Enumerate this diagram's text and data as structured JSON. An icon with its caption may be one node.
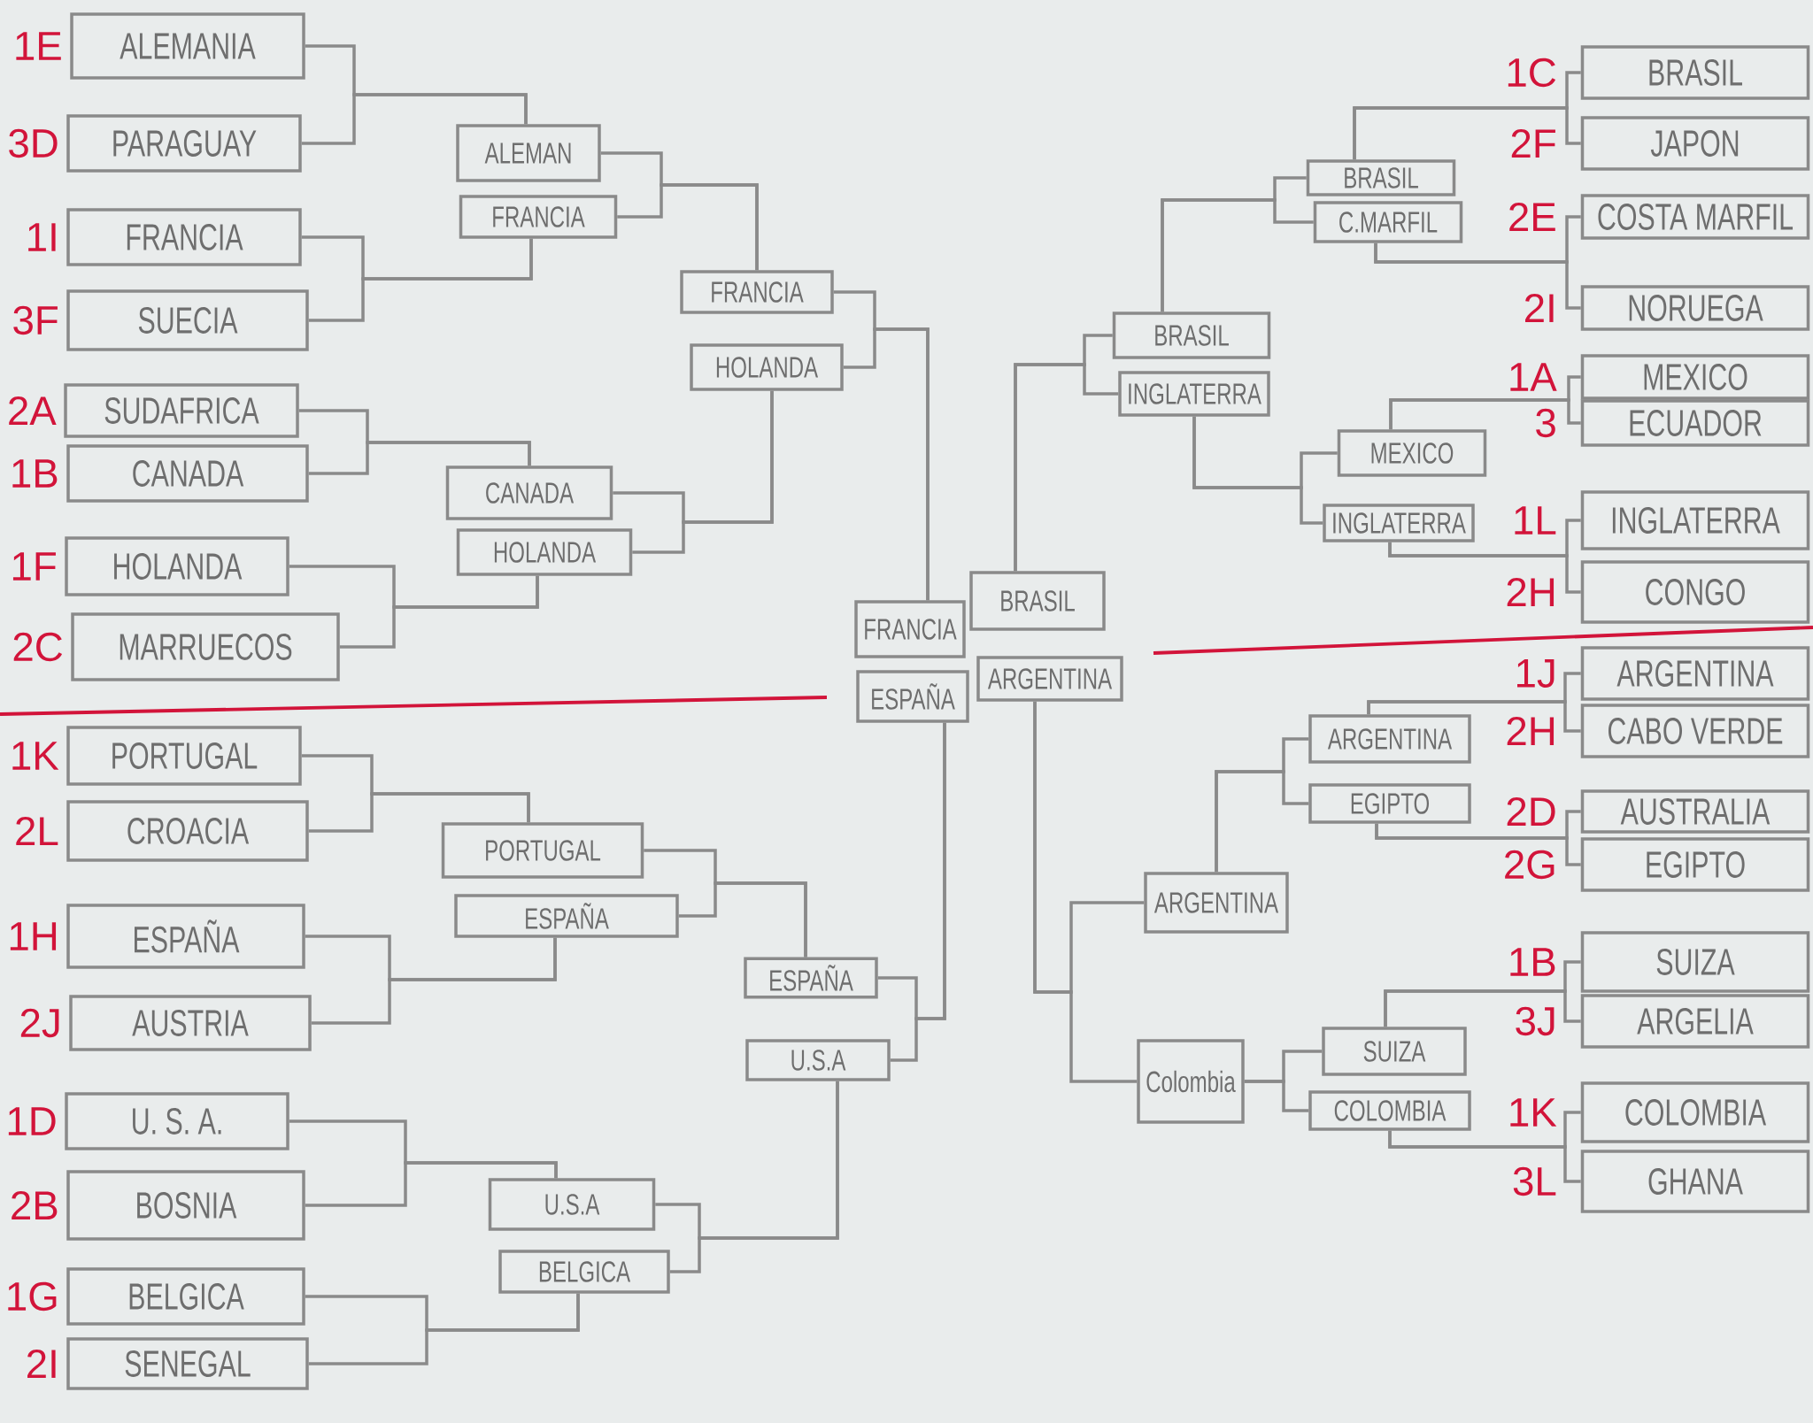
{
  "diagram": {
    "nodes": [
      {
        "text": [
          "ALEMANIA"
        ],
        "beside": [
          "1E"
        ]
      },
      {
        "text": [
          "PARAGUAY"
        ],
        "beside": [
          "3D"
        ]
      },
      {
        "text": [
          "FRANCIA"
        ],
        "beside": [
          "1I"
        ]
      },
      {
        "text": [
          "SUECIA"
        ],
        "beside": [
          "3F"
        ]
      },
      {
        "text": [
          "SUDAFRICA"
        ],
        "beside": [
          "2A"
        ]
      },
      {
        "text": [
          "CANADA"
        ],
        "beside": [
          "1B"
        ]
      },
      {
        "text": [
          "HOLANDA"
        ],
        "beside": [
          "1F"
        ]
      },
      {
        "text": [
          "MARRUECOS"
        ],
        "beside": [
          "2C"
        ]
      },
      {
        "text": [
          "PORTUGAL"
        ],
        "beside": [
          "1K"
        ]
      },
      {
        "text": [
          "CROACIA"
        ],
        "beside": [
          "2L"
        ]
      },
      {
        "text": [
          "ESPAÑA"
        ],
        "beside": [
          "1H"
        ]
      },
      {
        "text": [
          "AUSTRIA"
        ],
        "beside": [
          "2J"
        ]
      },
      {
        "text": [
          "U. S. A."
        ],
        "beside": [
          "1D"
        ]
      },
      {
        "text": [
          "BOSNIA"
        ],
        "beside": [
          "2B"
        ]
      },
      {
        "text": [
          "BELGICA"
        ],
        "beside": [
          "1G"
        ]
      },
      {
        "text": [
          "SENEGAL"
        ],
        "beside": [
          "2I"
        ]
      },
      {
        "text": [
          "ALEMAN"
        ]
      },
      {
        "text": [
          "FRANCIA"
        ]
      },
      {
        "text": [
          "CANADA"
        ]
      },
      {
        "text": [
          "HOLANDA"
        ]
      },
      {
        "text": [
          "PORTUGAL"
        ]
      },
      {
        "text": [
          "ESPAÑA"
        ]
      },
      {
        "text": [
          "U.S.A"
        ]
      },
      {
        "text": [
          "BELGICA"
        ]
      },
      {
        "text": [
          "FRANCIA"
        ]
      },
      {
        "text": [
          "HOLANDA"
        ]
      },
      {
        "text": [
          "ESPAÑA"
        ]
      },
      {
        "text": [
          "U.S.A"
        ]
      },
      {
        "text": [
          "FRANCIA"
        ]
      },
      {
        "text": [
          "ESPAÑA"
        ]
      },
      {
        "text": [
          "BRASIL"
        ]
      },
      {
        "text": [
          "ARGENTINA"
        ]
      },
      {
        "text": [
          "BRASIL"
        ]
      },
      {
        "text": [
          "INGLATERRA"
        ]
      },
      {
        "text": [
          "ARGENTINA"
        ]
      },
      {
        "text": [
          "Colombia"
        ]
      },
      {
        "text": [
          "BRASIL"
        ]
      },
      {
        "text": [
          "C.MARFIL"
        ]
      },
      {
        "text": [
          "MEXICO"
        ]
      },
      {
        "text": [
          "INGLATERRA"
        ]
      },
      {
        "text": [
          "ARGENTINA"
        ]
      },
      {
        "text": [
          "EGIPTO"
        ]
      },
      {
        "text": [
          "SUIZA"
        ]
      },
      {
        "text": [
          "COLOMBIA"
        ]
      },
      {
        "text": [
          "BRASIL"
        ],
        "beside": [
          "1C"
        ]
      },
      {
        "text": [
          "JAPON"
        ],
        "beside": [
          "2F"
        ]
      },
      {
        "text": [
          "COSTA MARFIL"
        ],
        "beside": [
          "2E"
        ]
      },
      {
        "text": [
          "NORUEGA"
        ],
        "beside": [
          "2I"
        ]
      },
      {
        "text": [
          "MEXICO"
        ],
        "beside": [
          "1A"
        ]
      },
      {
        "text": [
          "ECUADOR"
        ],
        "beside": [
          "3"
        ]
      },
      {
        "text": [
          "INGLATERRA"
        ],
        "beside": [
          "1L"
        ]
      },
      {
        "text": [
          "CONGO"
        ],
        "beside": [
          "2H"
        ]
      },
      {
        "text": [
          "ARGENTINA"
        ],
        "beside": [
          "1J"
        ]
      },
      {
        "text": [
          "CABO VERDE"
        ],
        "beside": [
          "2H"
        ]
      },
      {
        "text": [
          "AUSTRALIA"
        ],
        "beside": [
          "2D"
        ]
      },
      {
        "text": [
          "EGIPTO"
        ],
        "beside": [
          "2G"
        ]
      },
      {
        "text": [
          "SUIZA"
        ],
        "beside": [
          "1B"
        ]
      },
      {
        "text": [
          "ARGELIA"
        ],
        "beside": [
          "3J"
        ]
      },
      {
        "text": [
          "COLOMBIA"
        ],
        "beside": [
          "1K"
        ]
      },
      {
        "text": [
          "GHANA"
        ],
        "beside": [
          "3L"
        ]
      }
    ],
    "edges": [
      {
        "from": 0,
        "to": 16,
        "arrow": "none"
      },
      {
        "from": 1,
        "to": 16,
        "arrow": "none"
      },
      {
        "from": 2,
        "to": 17,
        "arrow": "none"
      },
      {
        "from": 3,
        "to": 17,
        "arrow": "none"
      },
      {
        "from": 4,
        "to": 18,
        "arrow": "none"
      },
      {
        "from": 5,
        "to": 18,
        "arrow": "none"
      },
      {
        "from": 6,
        "to": 19,
        "arrow": "none"
      },
      {
        "from": 7,
        "to": 19,
        "arrow": "none"
      },
      {
        "from": 8,
        "to": 20,
        "arrow": "none"
      },
      {
        "from": 9,
        "to": 20,
        "arrow": "none"
      },
      {
        "from": 10,
        "to": 21,
        "arrow": "none"
      },
      {
        "from": 11,
        "to": 21,
        "arrow": "none"
      },
      {
        "from": 12,
        "to": 22,
        "arrow": "none"
      },
      {
        "from": 13,
        "to": 22,
        "arrow": "none"
      },
      {
        "from": 14,
        "to": 23,
        "arrow": "none"
      },
      {
        "from": 15,
        "to": 23,
        "arrow": "none"
      },
      {
        "from": 16,
        "to": 24,
        "arrow": "none"
      },
      {
        "from": 17,
        "to": 24,
        "arrow": "none"
      },
      {
        "from": 18,
        "to": 25,
        "arrow": "none"
      },
      {
        "from": 19,
        "to": 25,
        "arrow": "none"
      },
      {
        "from": 20,
        "to": 26,
        "arrow": "none"
      },
      {
        "from": 21,
        "to": 26,
        "arrow": "none"
      },
      {
        "from": 22,
        "to": 27,
        "arrow": "none"
      },
      {
        "from": 23,
        "to": 27,
        "arrow": "none"
      },
      {
        "from": 24,
        "to": 28,
        "arrow": "none"
      },
      {
        "from": 25,
        "to": 28,
        "arrow": "none"
      },
      {
        "from": 26,
        "to": 29,
        "arrow": "none"
      },
      {
        "from": 27,
        "to": 29,
        "arrow": "none"
      },
      {
        "from": 32,
        "to": 30,
        "arrow": "none"
      },
      {
        "from": 33,
        "to": 30,
        "arrow": "none"
      },
      {
        "from": 34,
        "to": 31,
        "arrow": "none"
      },
      {
        "from": 35,
        "to": 31,
        "arrow": "none"
      },
      {
        "from": 36,
        "to": 32,
        "arrow": "none"
      },
      {
        "from": 37,
        "to": 32,
        "arrow": "none"
      },
      {
        "from": 38,
        "to": 33,
        "arrow": "none"
      },
      {
        "from": 39,
        "to": 33,
        "arrow": "none"
      },
      {
        "from": 40,
        "to": 34,
        "arrow": "none"
      },
      {
        "from": 41,
        "to": 34,
        "arrow": "none"
      },
      {
        "from": 42,
        "to": 35,
        "arrow": "none"
      },
      {
        "from": 43,
        "to": 35,
        "arrow": "none"
      },
      {
        "from": 44,
        "to": 36,
        "arrow": "none"
      },
      {
        "from": 45,
        "to": 36,
        "arrow": "none"
      },
      {
        "from": 46,
        "to": 37,
        "arrow": "none"
      },
      {
        "from": 47,
        "to": 37,
        "arrow": "none"
      },
      {
        "from": 48,
        "to": 38,
        "arrow": "none"
      },
      {
        "from": 49,
        "to": 38,
        "arrow": "none"
      },
      {
        "from": 50,
        "to": 39,
        "arrow": "none"
      },
      {
        "from": 51,
        "to": 39,
        "arrow": "none"
      },
      {
        "from": 52,
        "to": 40,
        "arrow": "none"
      },
      {
        "from": 53,
        "to": 40,
        "arrow": "none"
      },
      {
        "from": 54,
        "to": 41,
        "arrow": "none"
      },
      {
        "from": 55,
        "to": 41,
        "arrow": "none"
      },
      {
        "from": 56,
        "to": 42,
        "arrow": "none"
      },
      {
        "from": 57,
        "to": 42,
        "arrow": "none"
      },
      {
        "from": 58,
        "to": 43,
        "arrow": "none"
      },
      {
        "from": 59,
        "to": 43,
        "arrow": "none"
      }
    ]
  }
}
